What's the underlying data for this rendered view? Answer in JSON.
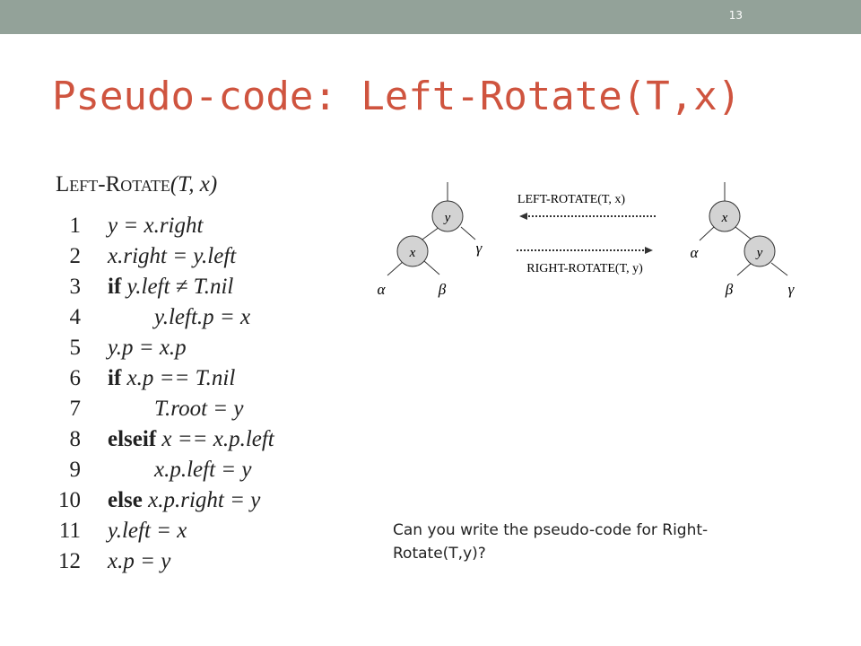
{
  "slide": {
    "number": "13",
    "title": "Pseudo-code: Left-Rotate(T,x)"
  },
  "procedure": {
    "name_prefix": "L",
    "name_sc1": "EFT",
    "name_mid": "-R",
    "name_sc2": "OTATE",
    "name_args": "(T, x)",
    "lines": [
      {
        "num": "1",
        "text": "y = x.right"
      },
      {
        "num": "2",
        "text": "x.right = y.left"
      },
      {
        "num": "3",
        "text": "if y.left ≠ T.nil"
      },
      {
        "num": "4",
        "text": "y.left.p = x"
      },
      {
        "num": "5",
        "text": "y.p = x.p"
      },
      {
        "num": "6",
        "text": "if x.p == T.nil"
      },
      {
        "num": "7",
        "text": "T.root = y"
      },
      {
        "num": "8",
        "text": "elseif x == x.p.left"
      },
      {
        "num": "9",
        "text": "x.p.left = y"
      },
      {
        "num": "10",
        "text": "else x.p.right = y"
      },
      {
        "num": "11",
        "text": "y.left = x"
      },
      {
        "num": "12",
        "text": "x.p = y"
      }
    ]
  },
  "diagram": {
    "left_rotate_label": "LEFT-ROTATE(T, x)",
    "right_rotate_label": "RIGHT-ROTATE(T, y)",
    "left_tree": {
      "root": "y",
      "child": "x",
      "subtrees": [
        "α",
        "β",
        "γ"
      ]
    },
    "right_tree": {
      "root": "x",
      "child": "y",
      "subtrees": [
        "α",
        "β",
        "γ"
      ]
    },
    "node_fill": "#d3d3d3"
  },
  "question": "Can you write the pseudo-code for Right-Rotate(T,y)?"
}
